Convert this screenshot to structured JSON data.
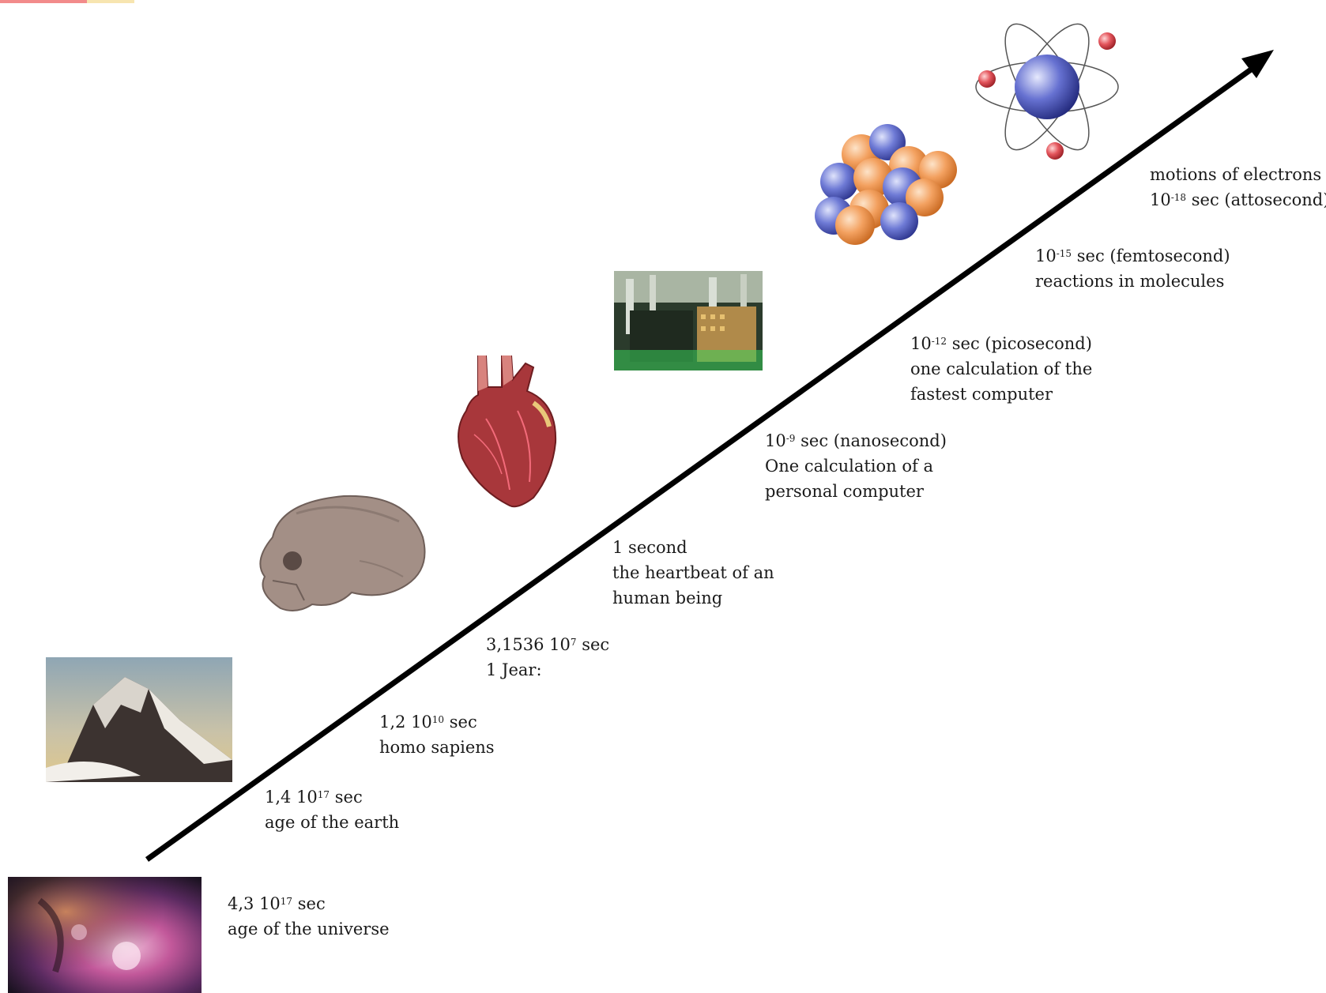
{
  "steps": [
    {
      "value_mantissa": "4,3 10",
      "value_exp": "17",
      "value_unit": " sec",
      "desc1": "age of the universe",
      "desc2": ""
    },
    {
      "value_mantissa": "1,4 10",
      "value_exp": "17",
      "value_unit": " sec",
      "desc1": "age of the earth",
      "desc2": ""
    },
    {
      "value_mantissa": "1,2 10",
      "value_exp": "10",
      "value_unit": " sec",
      "desc1": "homo sapiens",
      "desc2": ""
    },
    {
      "value_mantissa": "3,1536  10",
      "value_exp": "7",
      "value_unit": " sec",
      "desc1": "1 Jear:",
      "desc2": ""
    },
    {
      "value_text": "1 second",
      "desc1": "the heartbeat of an",
      "desc2": "human being"
    },
    {
      "value_mantissa": "10",
      "value_exp": "-9",
      "value_unit": " sec (nanosecond)",
      "desc1": "One calculation of a",
      "desc2": "personal computer"
    },
    {
      "value_mantissa": "10",
      "value_exp": "-12",
      "value_unit": " sec (picosecond)",
      "desc1": "one calculation of the",
      "desc2": "fastest computer"
    },
    {
      "value_mantissa": "10",
      "value_exp": "-15",
      "value_unit": " sec (femtosecond)",
      "desc1": "reactions in molecules",
      "desc2": ""
    },
    {
      "pre": "motions of electrons",
      "value_mantissa": "10",
      "value_exp": "-18",
      "value_unit": " sec (attosecond)"
    }
  ],
  "icons": {
    "nebula": "nebula-photo",
    "mountain": "mountain-photo",
    "skull": "skull-image",
    "heart": "heart-image",
    "computer": "supercomputer-photo",
    "molecule": "molecule-icon",
    "atom": "atom-icon"
  },
  "colors": {
    "arrow": "#000000",
    "proton": "#ef8f4a",
    "neutron": "#5b68c9",
    "electron": "#e0424a",
    "text": "#1a1a1a"
  }
}
